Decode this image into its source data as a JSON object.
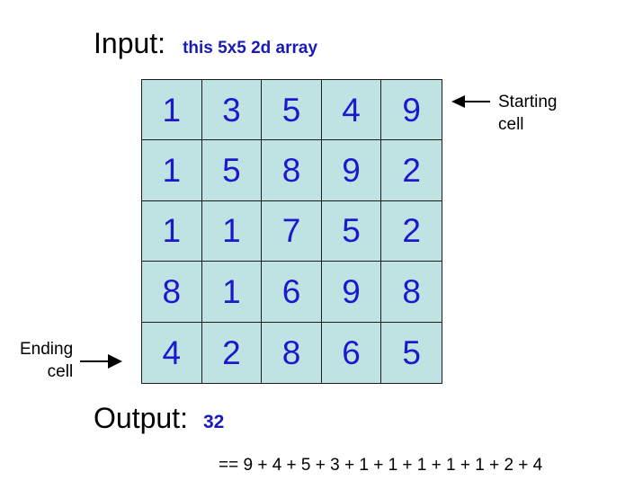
{
  "input": {
    "label": "Input:",
    "subtitle": "this 5x5 2d array"
  },
  "grid": {
    "rows": 5,
    "cols": 5,
    "cell_bg": "#bfe3e3",
    "digit_color": "#1a1acc",
    "border_color": "#1c1c1c",
    "values": [
      [
        1,
        3,
        5,
        4,
        9
      ],
      [
        1,
        5,
        8,
        9,
        2
      ],
      [
        1,
        1,
        7,
        5,
        2
      ],
      [
        8,
        1,
        6,
        9,
        8
      ],
      [
        4,
        2,
        8,
        6,
        5
      ]
    ]
  },
  "annotations": {
    "start": {
      "line1": "Starting",
      "line2": "cell",
      "arrow": "arrow-left"
    },
    "end": {
      "line1": "Ending",
      "line2": "cell",
      "arrow": "arrow-right"
    }
  },
  "output": {
    "label": "Output:",
    "value": "32",
    "sum_expression": "== 9 + 4 + 5 + 3 + 1 + 1 + 1 + 1 + 1 + 2 + 4"
  }
}
